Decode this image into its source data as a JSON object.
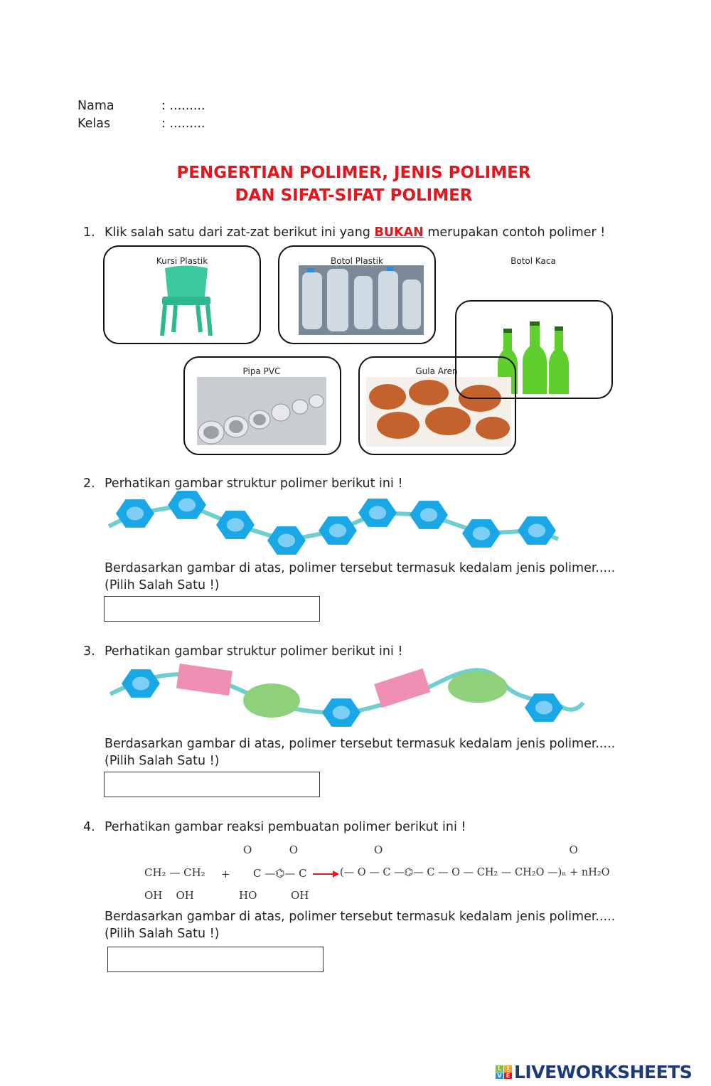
{
  "header": {
    "nama_label": "Nama",
    "nama_value": ": .........",
    "kelas_label": "Kelas",
    "kelas_value": ": ........."
  },
  "title": {
    "line1": "PENGERTIAN POLIMER, JENIS POLIMER",
    "line2": "DAN SIFAT-SIFAT POLIMER"
  },
  "q1": {
    "number": "1.",
    "text_before": "Klik salah satu dari zat-zat berikut ini yang ",
    "emphasis": "BUKAN",
    "text_after": " merupakan contoh polimer !",
    "options": [
      {
        "label": "Kursi Plastik"
      },
      {
        "label": "Botol Plastik"
      },
      {
        "label": "Botol Kaca"
      },
      {
        "label": "Pipa PVC"
      },
      {
        "label": "Gula Aren"
      }
    ]
  },
  "q2": {
    "number": "2.",
    "text": "Perhatikan gambar struktur polimer berikut ini !",
    "question": "Berdasarkan gambar di atas, polimer tersebut termasuk kedalam jenis polimer.....",
    "hint": "(Pilih Salah Satu !)",
    "answer": ""
  },
  "q3": {
    "number": "3.",
    "text": "Perhatikan gambar struktur polimer berikut ini !",
    "question": "Berdasarkan gambar di atas, polimer tersebut termasuk kedalam jenis polimer.....",
    "hint": "(Pilih Salah Satu !)",
    "answer": ""
  },
  "q4": {
    "number": "4.",
    "text": "Perhatikan gambar reaksi pembuatan polimer berikut ini !",
    "question": "Berdasarkan gambar di atas, polimer tersebut termasuk kedalam jenis polimer.....",
    "hint": "(Pilih Salah Satu !)",
    "answer": "",
    "reaction": {
      "reactant1_top": "CH₂ — CH₂",
      "reactant1_bottom": "OH    OH",
      "plus": "+",
      "reactant2_top": "O           O",
      "reactant2_mid": "C —⌬— C",
      "reactant2_bottom": "HO          OH",
      "product_top": "O        O",
      "product": "(— O — C —⌬— C — O — CH₂ — CH₂O —)ₙ + nH₂O"
    }
  },
  "colors": {
    "title": "#e8141b",
    "hexagon": "#1aa7e6",
    "chain": "#6fcfcf",
    "rect": "#ef8fb4",
    "oval": "#8fd17a",
    "logo": "#1d3b78"
  },
  "logo": {
    "text": "LIVEWORKSHEETS",
    "badge": [
      "L",
      "I",
      "V",
      "E"
    ]
  }
}
